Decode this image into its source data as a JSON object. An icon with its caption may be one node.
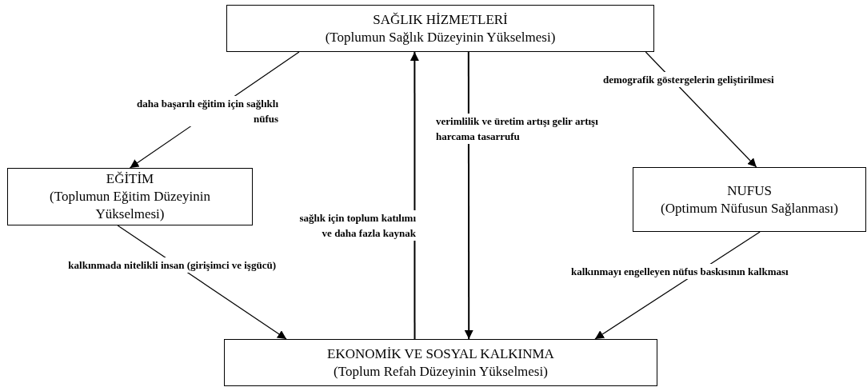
{
  "diagram": {
    "nodes": [
      {
        "text": [
          "SAĞLIK HİZMETLERİ",
          "(Toplumun Sağlık Düzeyinin Yükselmesi)"
        ]
      },
      {
        "text": [
          "EĞİTİM",
          "(Toplumun Eğitim Düzeyinin Yükselmesi)"
        ]
      },
      {
        "text": [
          "NUFUS",
          "(Optimum Nüfusun Sağlanması)"
        ]
      },
      {
        "text": [
          "EKONOMİK VE SOSYAL KALKINMA",
          "(Toplum Refah Düzeyinin Yükselmesi)"
        ]
      }
    ],
    "edges": [
      {
        "from": 0,
        "to": 1,
        "arrow": "to",
        "label": "daha başarılı eğitim için sağlıklı nüfus"
      },
      {
        "from": 0,
        "to": 2,
        "arrow": "to",
        "label": "demografik göstergelerin geliştirilmesi"
      },
      {
        "from": 3,
        "to": 0,
        "arrow": "to",
        "label": "sağlık için toplum katılımı ve daha fazla kaynak"
      },
      {
        "from": 0,
        "to": 3,
        "arrow": "to",
        "label": "verimlilik ve üretim artışı gelir artışı harcama tasarrufu"
      },
      {
        "from": 1,
        "to": 3,
        "arrow": "to",
        "label": "kalkınmada nitelikli insan (girişimci ve işgücü)"
      },
      {
        "from": 2,
        "to": 3,
        "arrow": "to",
        "label": "kalkınmayı engelleyen nüfus baskısının kalkması"
      }
    ]
  }
}
